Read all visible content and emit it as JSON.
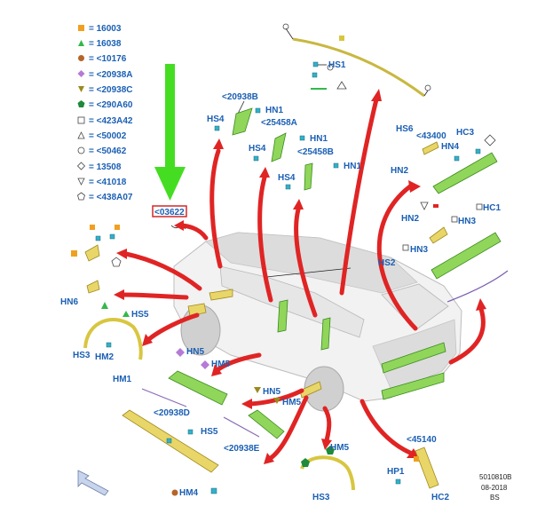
{
  "legend": [
    {
      "symbol": "square-filled",
      "color": "#f0a020",
      "code": "= 16003"
    },
    {
      "symbol": "triangle-filled",
      "color": "#34b84a",
      "code": "= 16038"
    },
    {
      "symbol": "circle-filled",
      "color": "#b5652a",
      "code": "= <10176"
    },
    {
      "symbol": "diamond-filled",
      "color": "#b57ad6",
      "code": "= <20938A"
    },
    {
      "symbol": "triangle-down-filled",
      "color": "#9a8a1e",
      "code": "= <20938C"
    },
    {
      "symbol": "pentagon-filled",
      "color": "#1f8a3a",
      "code": "= <290A60"
    },
    {
      "symbol": "square-open",
      "color": "#444444",
      "code": "= <423A42"
    },
    {
      "symbol": "triangle-open",
      "color": "#444444",
      "code": "= <50002"
    },
    {
      "symbol": "circle-open",
      "color": "#444444",
      "code": "= <50462"
    },
    {
      "symbol": "diamond-open",
      "color": "#444444",
      "code": "= 13508"
    },
    {
      "symbol": "triangle-down-open",
      "color": "#444444",
      "code": "= <41018"
    },
    {
      "symbol": "pentagon-open",
      "color": "#444444",
      "code": "= <438A07"
    }
  ],
  "highlight_code": "<03622",
  "labels": {
    "hs1": "HS1",
    "p20938b": "<20938B",
    "hs4a": "HS4",
    "hn1a": "HN1",
    "p25458a": "<25458A",
    "hs4b": "HS4",
    "hn1b": "HN1",
    "p25458b": "<25458B",
    "hs4c": "HS4",
    "hn1c": "HN1",
    "hs6": "HS6",
    "p43400": "<43400",
    "hc3": "HC3",
    "hn4": "HN4",
    "hn2a": "HN2",
    "hc1": "HC1",
    "hn2b": "HN2",
    "hn3a": "HN3",
    "hn3b": "HN3",
    "hs2": "HS2",
    "hn6": "HN6",
    "hs5a": "HS5",
    "hs3a": "HS3",
    "hm2": "HM2",
    "hn5a": "HN5",
    "hm5a": "HM5",
    "hm1": "HM1",
    "hn5b": "HN5",
    "hm5b": "HM5",
    "p20938d": "<20938D",
    "hs5b": "HS5",
    "p20938e": "<20938E",
    "hm5c": "HM5",
    "p45140": "<45140",
    "hp1": "HP1",
    "hm4": "HM4",
    "hs3b": "HS3",
    "hc2": "HC2"
  },
  "meta": {
    "ref": "5010810B",
    "date": "08-2018",
    "author": "BS"
  },
  "colors": {
    "green_arrow": "#44dd22",
    "red_arrow": "#e02424",
    "label_blue": "#1a5fb4"
  }
}
